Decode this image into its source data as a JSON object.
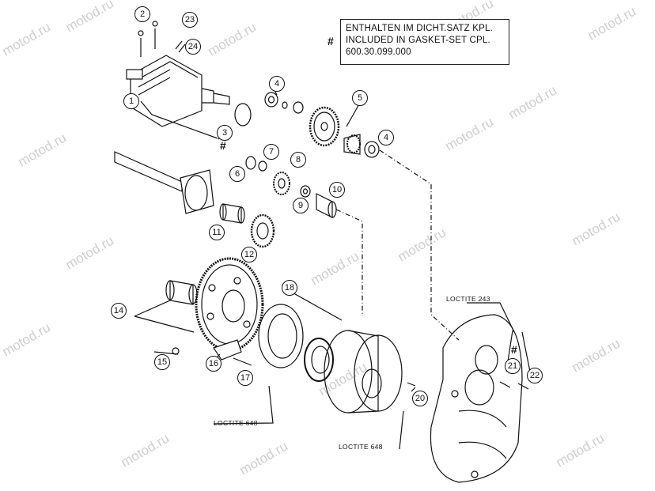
{
  "note_box": {
    "line1": "ENTHALTEN IM DICHT.SATZ KPL.",
    "line2": "INCLUDED IN GASKET-SET CPL.",
    "line3": "600.30.099.000",
    "symbol": "#"
  },
  "markers": {
    "hash": "#"
  },
  "loctite_labels": [
    "LOCTITE 243",
    "LOCTITE 648",
    "LOCTITE 648"
  ],
  "watermark": "motod.ru",
  "callouts": [
    "1",
    "2",
    "3",
    "4",
    "4",
    "5",
    "6",
    "7",
    "8",
    "9",
    "10",
    "11",
    "12",
    "14",
    "15",
    "16",
    "17",
    "18",
    "20",
    "21",
    "22",
    "23",
    "24"
  ],
  "colors": {
    "line": "#111111",
    "watermark": "#cfcfcf",
    "background": "#ffffff"
  }
}
